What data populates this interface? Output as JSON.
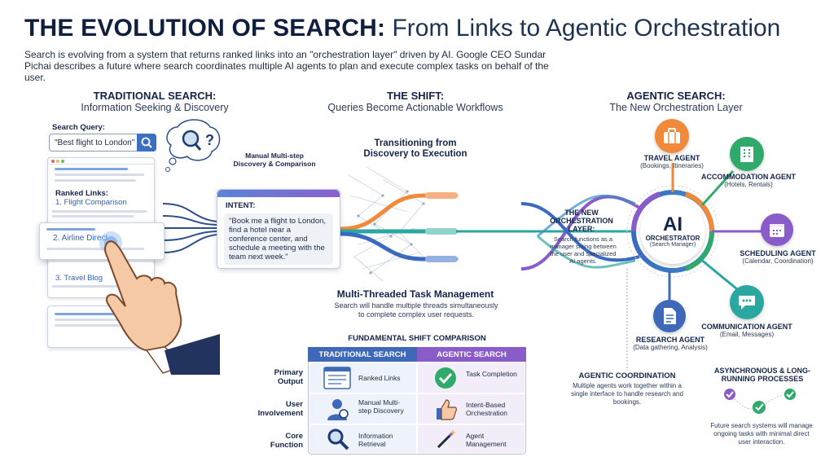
{
  "header": {
    "title_bold": "THE EVOLUTION OF SEARCH:",
    "title_light": "From Links to Agentic Orchestration",
    "intro": "Search is evolving from a system that returns ranked links into an \"orchestration layer\" driven by AI. Google CEO Sundar Pichai describes a future where search coordinates multiple AI agents to plan and execute complex tasks on behalf of the user."
  },
  "traditional": {
    "heading": "TRADITIONAL SEARCH:",
    "subheading": "Information Seeking & Discovery",
    "search_query_label": "Search Query:",
    "search_query_value": "\"Best flight to London\"",
    "ranked_links_label": "Ranked Links:",
    "links": [
      "1. Flight Comparison",
      "2. Airline Direct",
      "3. Travel Blog"
    ],
    "manual_note": "Manual Multi-step Discovery & Comparison"
  },
  "shift": {
    "heading": "THE SHIFT:",
    "subheading": "Queries Become Actionable Workflows",
    "transition_label": "Transitioning from Discovery to Execution",
    "intent_label": "INTENT:",
    "intent_text": "\"Book me a flight to London, find a hotel near a conference center, and schedule a meeting with the team next week.\"",
    "multi_title": "Multi-Threaded Task Management",
    "multi_desc": "Search will handle multiple threads simultaneously to complete complex user requests."
  },
  "comparison": {
    "title": "FUNDAMENTAL SHIFT COMPARISON",
    "col_traditional": "TRADITIONAL SEARCH",
    "col_agentic": "AGENTIC SEARCH",
    "rows": [
      {
        "label": "Primary Output",
        "traditional": "Ranked Links",
        "agentic": "Task Completion"
      },
      {
        "label": "User Involvement",
        "traditional": "Manual Multi-step Discovery",
        "agentic": "Intent-Based Orchestration"
      },
      {
        "label": "Core Function",
        "traditional": "Information Retrieval",
        "agentic": "Agent Management"
      }
    ]
  },
  "agentic": {
    "heading": "AGENTIC SEARCH:",
    "subheading": "The New Orchestration Layer",
    "layer_title": "THE NEW ORCHESTRATION LAYER:",
    "layer_desc": "Search functions as a manager sitting between the user and specialized AI agents.",
    "orchestrator_big": "AI",
    "orchestrator_label": "ORCHESTRATOR",
    "orchestrator_sub": "(Search Manager)",
    "agents": [
      {
        "name": "TRAVEL AGENT",
        "sub": "(Bookings, Itineraries)"
      },
      {
        "name": "ACCOMMODATION AGENT",
        "sub": "(Hotels, Rentals)"
      },
      {
        "name": "SCHEDULING AGENT",
        "sub": "(Calendar, Coordination)"
      },
      {
        "name": "COMMUNICATION AGENT",
        "sub": "(Email, Messages)"
      },
      {
        "name": "RESEARCH AGENT",
        "sub": "(Data gathering, Analysis)"
      }
    ],
    "coord_title": "AGENTIC COORDINATION",
    "coord_desc": "Multiple agents work together within a single interface to handle research and bookings.",
    "async_title": "ASYNCHRONOUS & LONG-RUNNING PROCESSES",
    "async_desc": "Future search systems will manage ongoing tasks with minimal direct user interaction."
  },
  "colors": {
    "blue": "#3f69b8",
    "purple": "#8a5cc9",
    "orange": "#f08a3a",
    "green": "#2faa6a",
    "teal": "#2aa7a0",
    "navy": "#13254a"
  }
}
